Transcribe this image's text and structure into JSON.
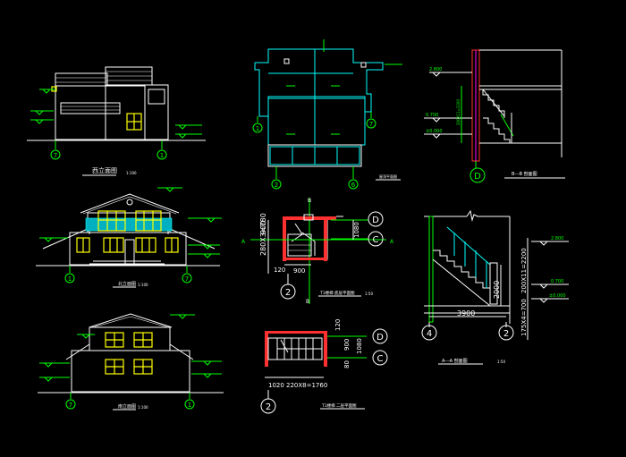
{
  "drawing": {
    "background": "#000000",
    "colors": {
      "line": "#ffffff",
      "window": "#ffff00",
      "axis": "#00ff00",
      "glass": "#00ffff",
      "stair": "#ff3030"
    }
  },
  "views": {
    "side_elevation": {
      "title": "西立面图",
      "scale": "1:100",
      "axis_left": "7",
      "axis_right": "1"
    },
    "front_elevation": {
      "title": "北立面图",
      "scale": "1:100",
      "axis_left": "1",
      "axis_right": "7"
    },
    "rear_elevation": {
      "title": "南立面图",
      "scale": "1:100",
      "axis_left": "7",
      "axis_right": "1"
    },
    "roof_plan": {
      "title": "屋顶平面图",
      "scale": "1:100",
      "axis_top_left": "1",
      "axis_top_right": "7",
      "axis_bottom_left": "2",
      "axis_bottom_right": "6"
    },
    "stair_plan_1": {
      "title": "T1楼梯 底层平面图",
      "scale": "1:50",
      "axis_top": "B",
      "axis_bottom": "B",
      "axis_d": "D",
      "axis_c": "C",
      "axis_2": "2",
      "section_a_left": "A",
      "section_a_right": "A",
      "dim_v_left": "280X3=780",
      "dim_v_900": "900",
      "dim_120": "120",
      "dim_900": "900",
      "dim_1080": "1080"
    },
    "stair_plan_2": {
      "title": "T1楼梯 二层平面图",
      "scale": "1:50",
      "axis_d": "D",
      "axis_c": "C",
      "axis_2": "2",
      "dim_1020": "1020",
      "dim_run": "220X8=1760",
      "dim_120": "120",
      "dim_900": "900",
      "dim_1080": "1080",
      "dim_80": "80"
    },
    "section_bb": {
      "title": "B---B 剖面图",
      "axis": "D",
      "level_top": "2.800",
      "level_mid": "0.700",
      "level_zero": "±0.000",
      "dim_v": "200X11=2200"
    },
    "section_aa": {
      "title": "A---A 剖面图",
      "scale": "1:50",
      "axis_left": "4",
      "axis_right": "2",
      "dim_3900": "3900",
      "dim_2000": "2000",
      "dim_top": "200X11=2200",
      "dim_bottom": "175X4=700",
      "level_top": "2.800",
      "level_mid": "0.700",
      "level_zero": "±0.000"
    }
  }
}
